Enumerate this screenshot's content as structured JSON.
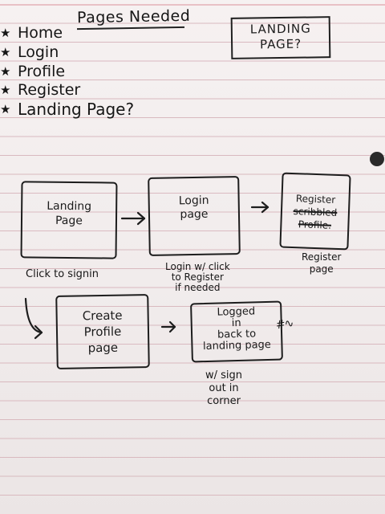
{
  "header": {
    "title": "Pages Needed"
  },
  "pages_list": {
    "items": [
      {
        "bullet": "★",
        "label": "Home"
      },
      {
        "bullet": "★",
        "label": "Login"
      },
      {
        "bullet": "★",
        "label": "Profile"
      },
      {
        "bullet": "★",
        "label": "Register"
      },
      {
        "bullet": "★",
        "label": "Landing Page?"
      }
    ]
  },
  "corner_box": {
    "line1": "LANDING",
    "line2": "PAGE?"
  },
  "flow": {
    "landing": {
      "line1": "Landing",
      "line2": "Page"
    },
    "login": {
      "line1": "Login",
      "line2": "page"
    },
    "register": {
      "line1": "Register",
      "line2": "scribbled",
      "line3": "Profile."
    },
    "create_profile": {
      "line1": "Create",
      "line2": "Profile",
      "line3": "page"
    },
    "logged_in": {
      "line1": "Logged",
      "line2": "in",
      "line3": "back to",
      "line4": "landing page"
    }
  },
  "notes": {
    "landing_note": "Click to signin",
    "login_note": {
      "line1": "Login w/ click",
      "line2": "to Register",
      "line3": "if needed"
    },
    "register_note": {
      "line1": "Register",
      "line2": "page"
    },
    "logged_note": {
      "line1": "w/ sign",
      "line2": "out in",
      "line3": "corner"
    }
  },
  "colors": {
    "ink": "#1b1b1b",
    "paper": "#f3eeee",
    "rule_line": "#d9b9bf",
    "margin_line": "#e0a2ab"
  }
}
